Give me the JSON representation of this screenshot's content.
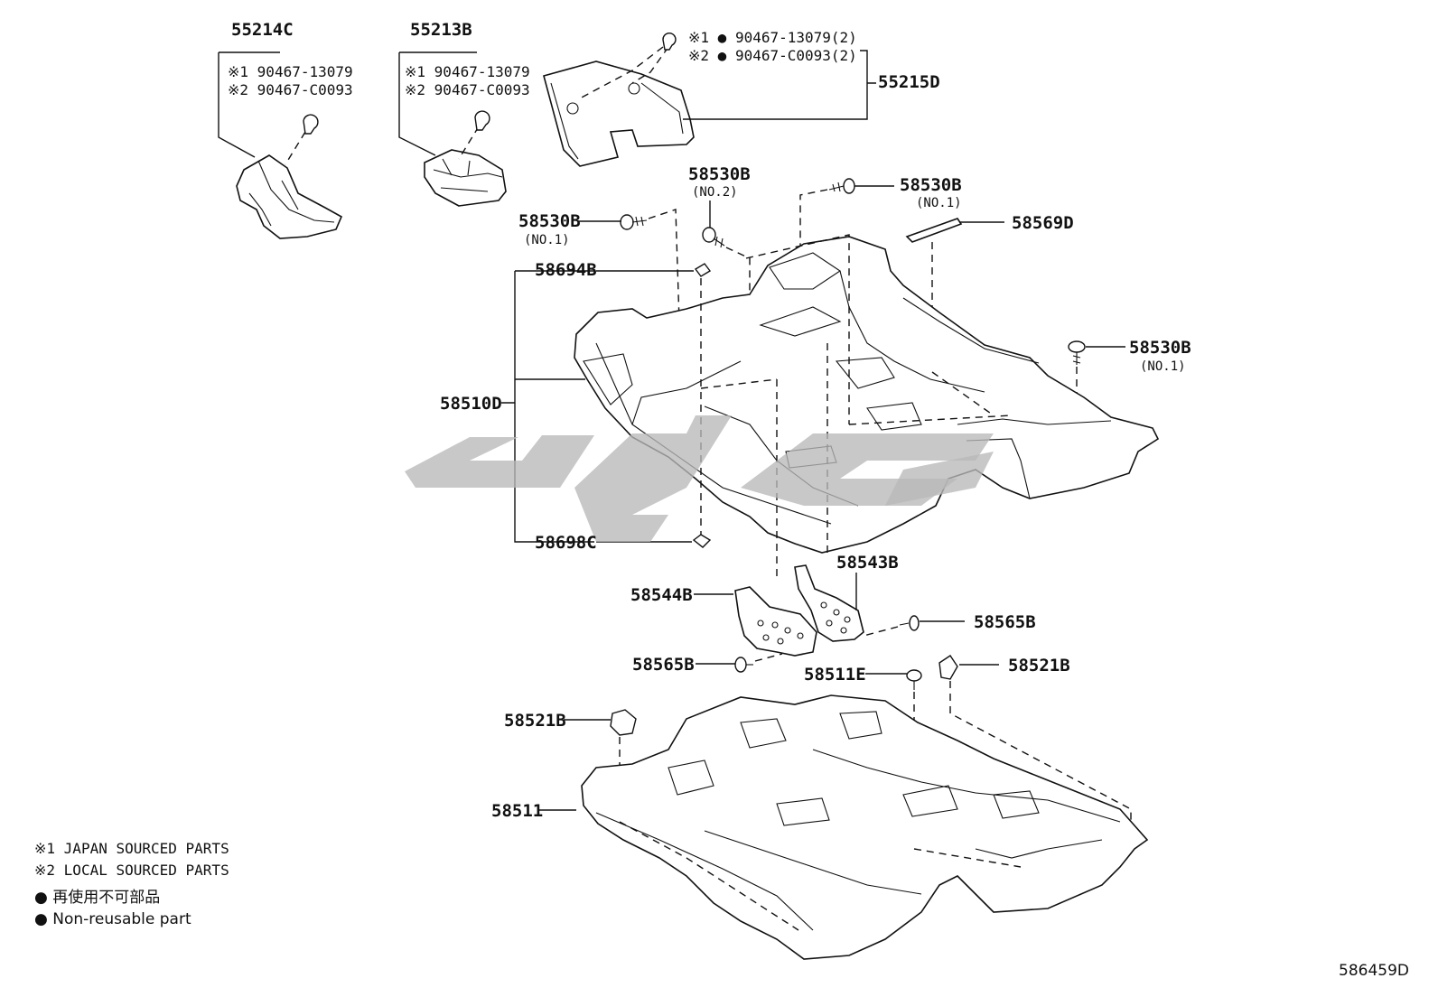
{
  "parts": {
    "p55214C": "55214C",
    "p55213B": "55213B",
    "p55215D": "55215D",
    "p58530B_no2": "58530B",
    "p58530B_no1_top": "58530B",
    "p58530B_no1_left": "58530B",
    "p58530B_no1_right": "58530B",
    "p58569D": "58569D",
    "p58694B": "58694B",
    "p58510D": "58510D",
    "p58698C": "58698C",
    "p58543B": "58543B",
    "p58544B": "58544B",
    "p58565B_right": "58565B",
    "p58565B_left": "58565B",
    "p58511E": "58511E",
    "p58521B_right": "58521B",
    "p58521B_left": "58521B",
    "p58511": "58511"
  },
  "subs": {
    "no2": "(NO.2)",
    "no1_top": "(NO.1)",
    "no1_left": "(NO.1)",
    "no1_right": "(NO.1)"
  },
  "notes": {
    "a1": "※1 90467-13079",
    "a2": "※2 90467-C0093",
    "b1": "※1 90467-13079",
    "b2": "※2 90467-C0093",
    "c1": "※1 ● 90467-13079(2)",
    "c2": "※2 ● 90467-C0093(2)"
  },
  "legend": {
    "l1": "※1 JAPAN SOURCED PARTS",
    "l2": "※2 LOCAL SOURCED PARTS",
    "l3": "● 再使用不可部品",
    "l4": "● Non-reusable part"
  },
  "diagram_code": "586459D"
}
